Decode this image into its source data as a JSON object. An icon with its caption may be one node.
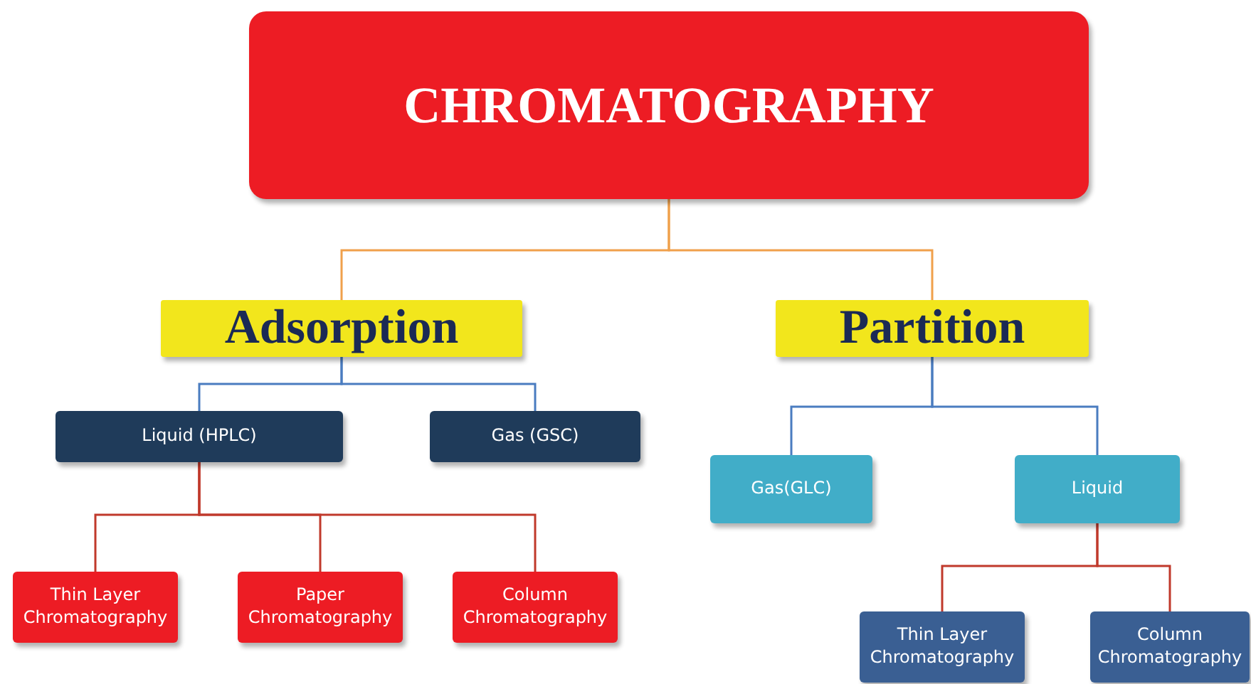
{
  "diagram": {
    "nodes": [
      {
        "text": [
          "CHROMATOGRAPHY"
        ]
      },
      {
        "text": [
          "Adsorption"
        ]
      },
      {
        "text": [
          "Partition"
        ]
      },
      {
        "text": [
          "Liquid (HPLC)"
        ]
      },
      {
        "text": [
          "Gas (GSC)"
        ]
      },
      {
        "text": [
          "Gas(GLC)"
        ]
      },
      {
        "text": [
          "Liquid"
        ]
      },
      {
        "text": [
          "Thin Layer Chromatography"
        ]
      },
      {
        "text": [
          "Paper Chromatography"
        ]
      },
      {
        "text": [
          "Column Chromatography"
        ]
      },
      {
        "text": [
          "Thin Layer Chromatography"
        ]
      },
      {
        "text": [
          "Column Chromatography"
        ]
      }
    ],
    "edges": [
      {
        "from": 0,
        "to": 1,
        "arrow": "none",
        "color": "#f0a04b"
      },
      {
        "from": 0,
        "to": 2,
        "arrow": "none",
        "color": "#f0a04b"
      },
      {
        "from": 1,
        "to": 3,
        "arrow": "none",
        "color": "#4a7cc0"
      },
      {
        "from": 1,
        "to": 4,
        "arrow": "none",
        "color": "#4a7cc0"
      },
      {
        "from": 2,
        "to": 5,
        "arrow": "none",
        "color": "#4a7cc0"
      },
      {
        "from": 2,
        "to": 6,
        "arrow": "none",
        "color": "#4a7cc0"
      },
      {
        "from": 3,
        "to": 7,
        "arrow": "none"
      },
      {
        "from": 3,
        "to": 8,
        "arrow": "none"
      },
      {
        "from": 3,
        "to": 9,
        "arrow": "none"
      },
      {
        "from": 6,
        "to": 10,
        "arrow": "none"
      },
      {
        "from": 6,
        "to": 11,
        "arrow": "none"
      }
    ]
  }
}
